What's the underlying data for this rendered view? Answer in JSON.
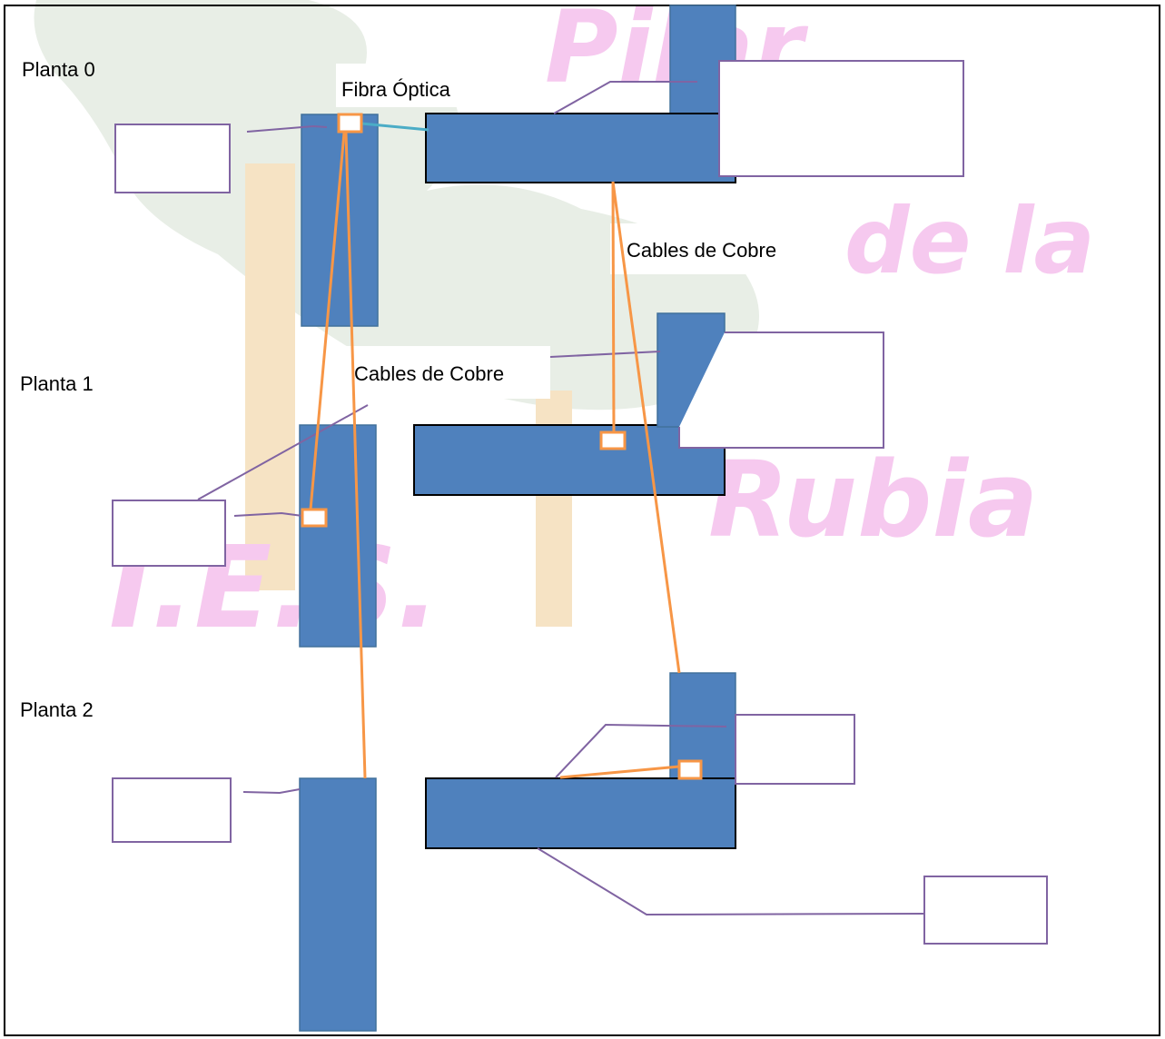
{
  "floors": [
    "Planta 0",
    "Planta 1",
    "Planta 2"
  ],
  "labels": {
    "fiber": "Fibra Óptica",
    "copper_upper": "Cables de Cobre",
    "copper_lower": "Cables de Cobre"
  },
  "watermark": [
    "Pilar",
    "de la",
    "Rubia",
    "I.E.S."
  ],
  "colors": {
    "building": "#4f81bd",
    "copper_cable": "#f79646",
    "fiber_cable": "#4bacc6",
    "callout": "#8064a2",
    "background_tree": "#e8eee6",
    "background_trunk": "#f6e3c4",
    "watermark": "#f6c9ef"
  }
}
